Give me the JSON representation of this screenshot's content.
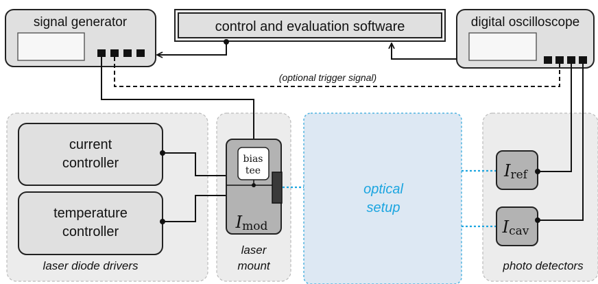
{
  "colors": {
    "box_fill": "#e0e0e0",
    "box_stroke": "#222222",
    "group_fill": "#ececec",
    "group_stroke": "#bbbbbb",
    "optical_fill": "#dde8f3",
    "optical_stroke": "#4fb3e0",
    "optical_text": "#1ba5e0",
    "wire": "#111111",
    "dark_box": "#b3b3b3"
  },
  "equipment": {
    "signal_generator": "signal generator",
    "control_software": "control and evaluation software",
    "oscilloscope": "digital oscilloscope"
  },
  "trigger_label": "(optional trigger signal)",
  "drivers": {
    "current_line1": "current",
    "current_line2": "controller",
    "temperature_line1": "temperature",
    "temperature_line2": "controller"
  },
  "laser_mount": {
    "bias_tee_line1": "bias",
    "bias_tee_line2": "tee",
    "modulation_symbol": "I",
    "modulation_subscript": "mod"
  },
  "optical_setup": {
    "line1": "optical",
    "line2": "setup"
  },
  "detectors": {
    "reference_symbol": "I",
    "reference_subscript": "ref",
    "cavity_symbol": "I",
    "cavity_subscript": "cav"
  },
  "groups": {
    "drivers_label": "laser diode drivers",
    "mount_label_line1": "laser",
    "mount_label_line2": "mount",
    "detectors_label": "photo detectors"
  }
}
